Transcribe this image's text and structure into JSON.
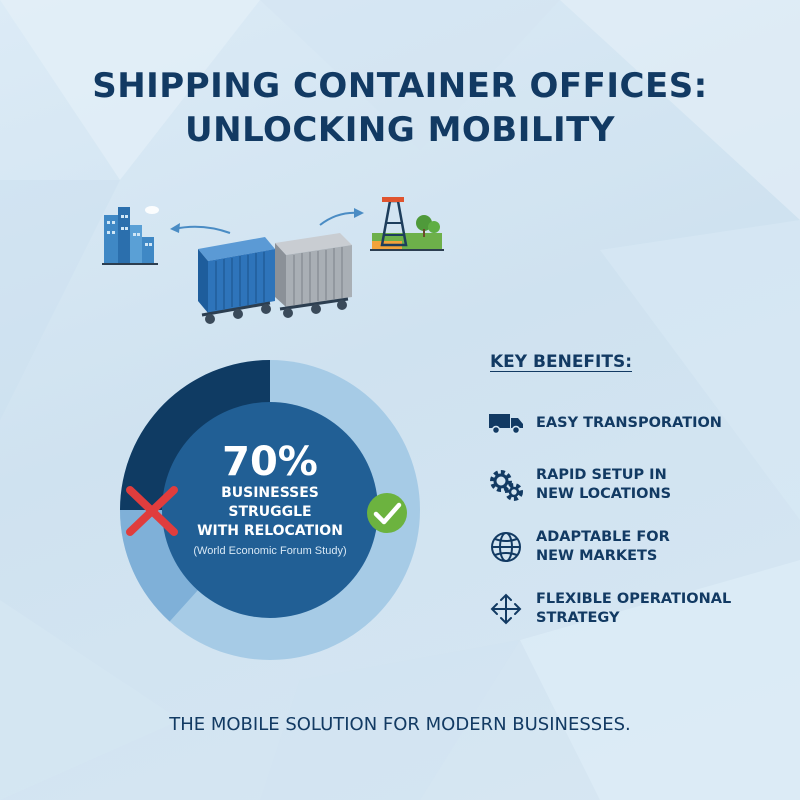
{
  "title": {
    "line1": "SHIPPING CONTAINER OFFICES:",
    "line2": "UNLOCKING MOBILITY"
  },
  "illustration": {
    "icons": [
      "city-buildings-icon",
      "arrow-left-icon",
      "blue-shipping-container-icon",
      "grey-shipping-container-icon",
      "arrow-right-icon",
      "oil-rig-icon"
    ]
  },
  "donut": {
    "percent": "70%",
    "line1": "BUSINESSES",
    "line2": "STRUGGLE",
    "line3": "WITH RELOCATION",
    "source": "(World Economic Forum Study)",
    "struggle_share": 0.7,
    "colors": {
      "outer_light": "#a6cbe6",
      "dark_segment": "#0f3b63",
      "mid_segment": "#7fb0d8",
      "inner": "#215f95",
      "cross": "#e03d3d",
      "check": "#6cb33f"
    }
  },
  "benefits": {
    "heading": "KEY BENEFITS:",
    "items": [
      {
        "icon": "truck-icon",
        "line1": "EASY TRANSPORATION",
        "line2": ""
      },
      {
        "icon": "gears-icon",
        "line1": "RAPID SETUP IN",
        "line2": "NEW LOCATIONS"
      },
      {
        "icon": "globe-icon",
        "line1": "ADAPTABLE FOR",
        "line2": "NEW MARKETS"
      },
      {
        "icon": "move-arrows-icon",
        "line1": "FLEXIBLE OPERATIONAL",
        "line2": "STRATEGY"
      }
    ]
  },
  "tagline": "THE MOBILE SOLUTION FOR MODERN BUSINESSES."
}
